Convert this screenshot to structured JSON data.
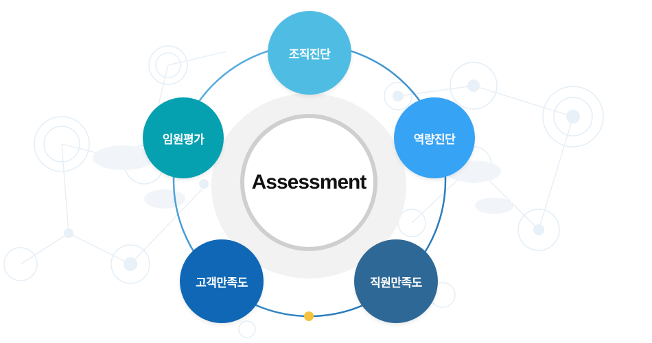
{
  "center": {
    "label": "Assessment"
  },
  "nodes": [
    {
      "label": "조직진단",
      "color": "#4fbde3"
    },
    {
      "label": "역량진단",
      "color": "#37a3f5"
    },
    {
      "label": "직원만족도",
      "color": "#2e6896"
    },
    {
      "label": "고객만족도",
      "color": "#0f67b5"
    },
    {
      "label": "임원평가",
      "color": "#06a1b0"
    }
  ],
  "colors": {
    "ring": "#5fb6e6",
    "ring_dark": "#1d6eb3",
    "dot": "#f4c23b",
    "background_network": "#e3eef7"
  }
}
